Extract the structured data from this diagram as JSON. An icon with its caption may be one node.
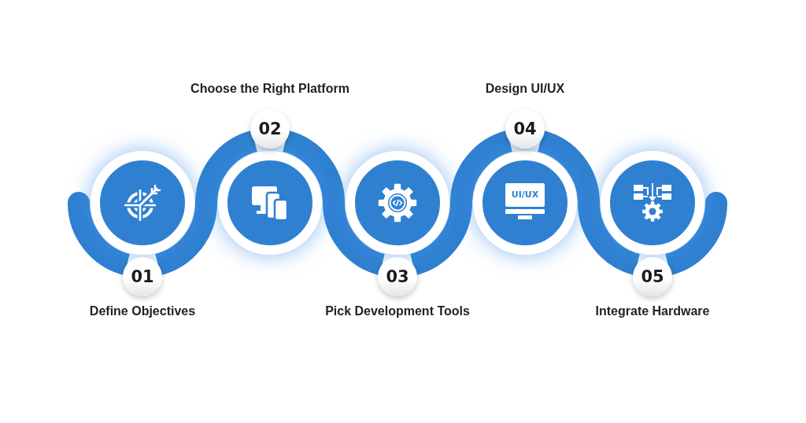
{
  "diagram": {
    "nodes": [
      {
        "text": [
          "01"
        ],
        "beside": [
          "Define Objectives"
        ]
      },
      {
        "text": [
          "02"
        ],
        "beside": [
          "Choose the Right Platform"
        ]
      },
      {
        "text": [
          "03"
        ],
        "beside": [
          "Pick Development Tools"
        ]
      },
      {
        "text": [
          "04",
          "UI/UX"
        ],
        "beside": [
          "Design UI/UX"
        ]
      },
      {
        "text": [
          "05"
        ],
        "beside": [
          "Integrate Hardware"
        ]
      }
    ],
    "edges": [
      {
        "from": null,
        "to": 0,
        "arrow": "none"
      },
      {
        "from": 0,
        "to": 1,
        "arrow": "none"
      },
      {
        "from": 1,
        "to": 2,
        "arrow": "none"
      },
      {
        "from": 2,
        "to": 3,
        "arrow": "none"
      },
      {
        "from": 3,
        "to": 4,
        "arrow": "none"
      },
      {
        "from": 4,
        "to": null,
        "arrow": "none"
      }
    ]
  }
}
